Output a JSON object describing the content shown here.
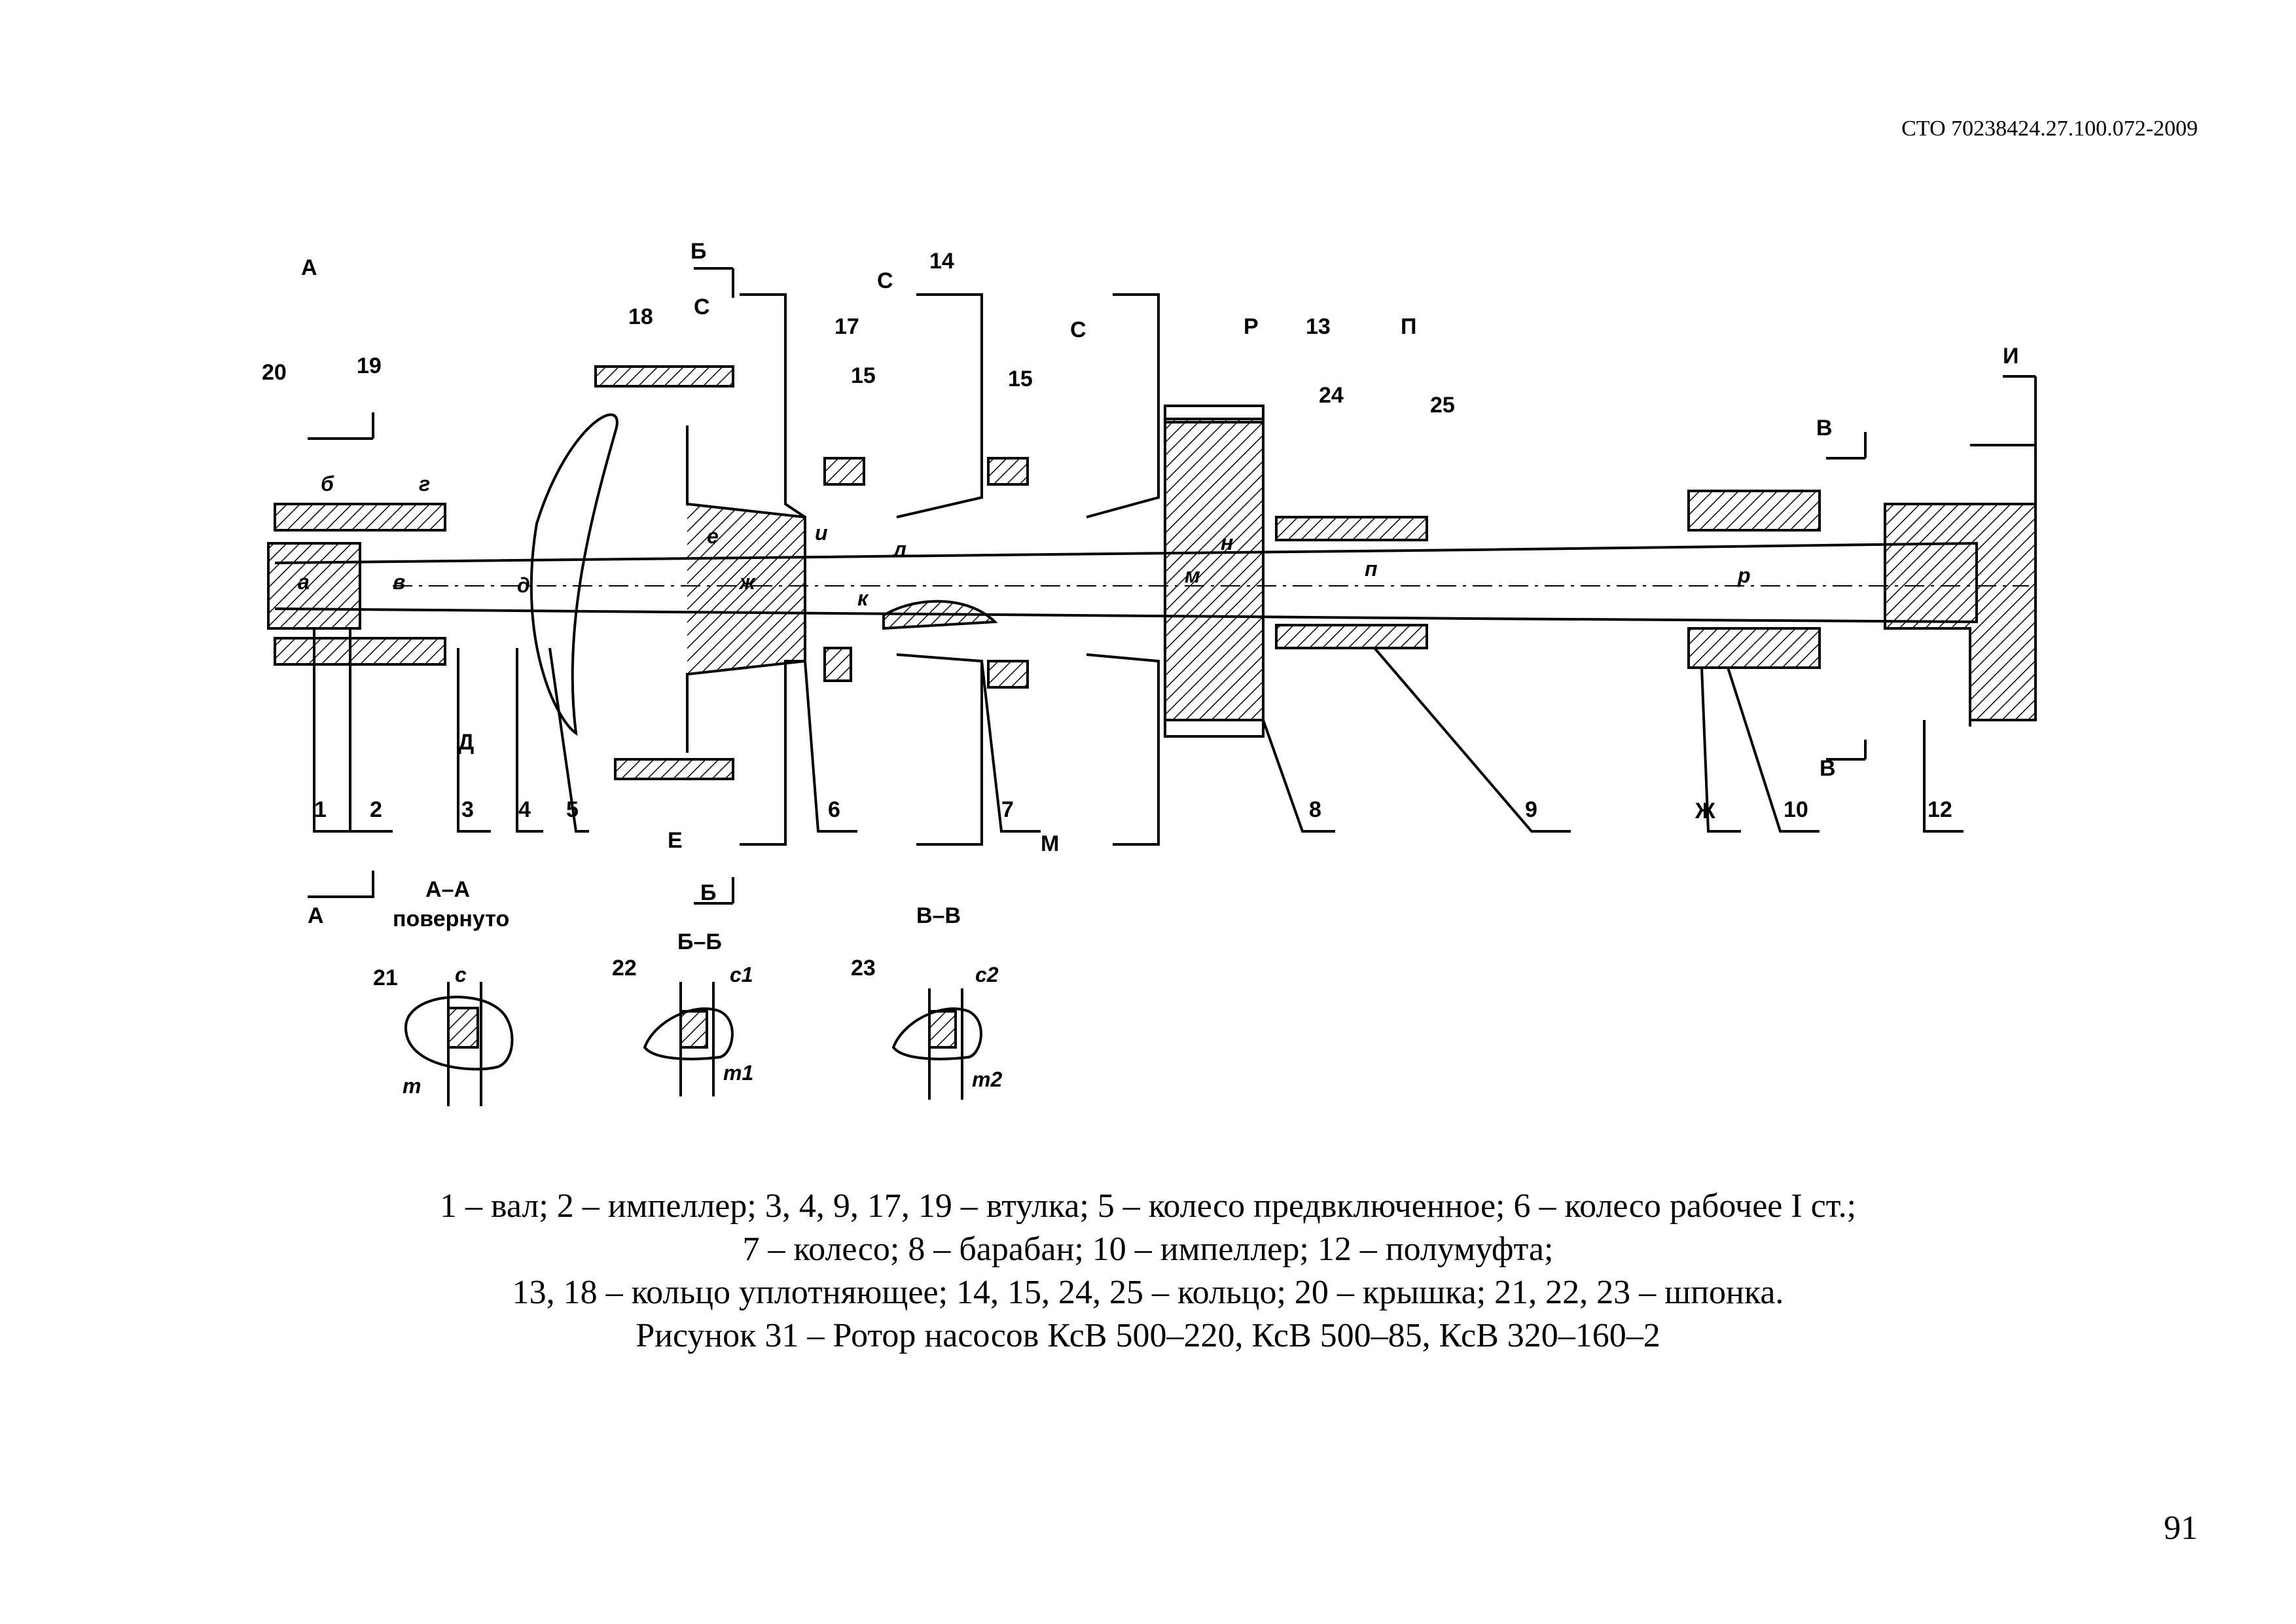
{
  "header": {
    "doc_code": "СТО 70238424.27.100.072-2009"
  },
  "page_number": "91",
  "caption": {
    "line1": "1 – вал;  2 – импеллер; 3, 4, 9, 17, 19 – втулка;  5 –  колесо предвключенное; 6 – колесо рабочее I ст.;",
    "line2": "7 – колесо; 8 – барабан; 10 – импеллер; 12 – полумуфта;",
    "line3": "13, 18 – кольцо уплотняющее; 14, 15, 24, 25 – кольцо; 20 – крышка; 21, 22, 23 – шпонка.",
    "line4": "Рисунок 31 – Ротор  насосов КсВ 500–220, КсВ 500–85, КсВ 320–160–2"
  },
  "drawing": {
    "part_numbers": [
      "1",
      "2",
      "3",
      "4",
      "5",
      "6",
      "7",
      "8",
      "9",
      "10",
      "12",
      "13",
      "14",
      "15",
      "15",
      "17",
      "18",
      "19",
      "20",
      "24",
      "25"
    ],
    "section_marks": [
      "А",
      "А",
      "Б",
      "Б",
      "В",
      "В",
      "И",
      "С",
      "С",
      "С",
      "Р",
      "П",
      "Д",
      "Е",
      "М",
      "Ж"
    ],
    "section_titles": {
      "aa": "А–А",
      "aa_note": "повернуто",
      "bb": "Б–Б",
      "vv": "В–В"
    },
    "key_numbers": [
      "21",
      "22",
      "23"
    ],
    "dim_labels": [
      "с",
      "с1",
      "с2",
      "m",
      "m1",
      "m2"
    ],
    "diameter_labels": [
      "а",
      "б",
      "в",
      "г",
      "д",
      "е",
      "ж",
      "и",
      "к",
      "л",
      "м",
      "н",
      "п",
      "р"
    ]
  }
}
